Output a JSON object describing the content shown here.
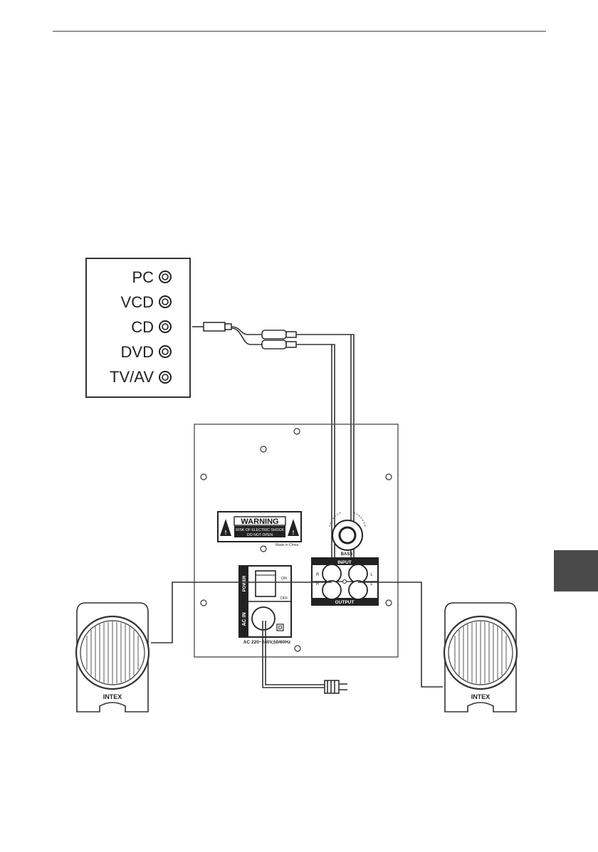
{
  "source_panel": {
    "items": [
      {
        "label": "PC"
      },
      {
        "label": "VCD"
      },
      {
        "label": "CD"
      },
      {
        "label": "DVD"
      },
      {
        "label": "TV/AV"
      }
    ]
  },
  "warning_label": {
    "title": "WARNING",
    "line1": "RISK OF ELECTRIC SHOCK",
    "line2": "DO NOT OPEN"
  },
  "made_in": "Made in China",
  "bass_label": "BASS",
  "input_section": {
    "title": "INPUT",
    "right": "R",
    "left": "L"
  },
  "output_section": {
    "title": "OUTPUT",
    "right": "R",
    "left": "L"
  },
  "power_switch": {
    "label": "POWER",
    "on": "ON",
    "off": "OFF"
  },
  "ac_in": {
    "label": "AC IN",
    "rating": "AC 220~240V,50/60Hz"
  },
  "speakers": {
    "left_brand": "INTEX",
    "right_brand": "INTEX"
  },
  "colors": {
    "line": "#333333",
    "panel_fill": "#ffffff",
    "label_fill": "#222222",
    "side_tab": "#4a4a4a"
  }
}
